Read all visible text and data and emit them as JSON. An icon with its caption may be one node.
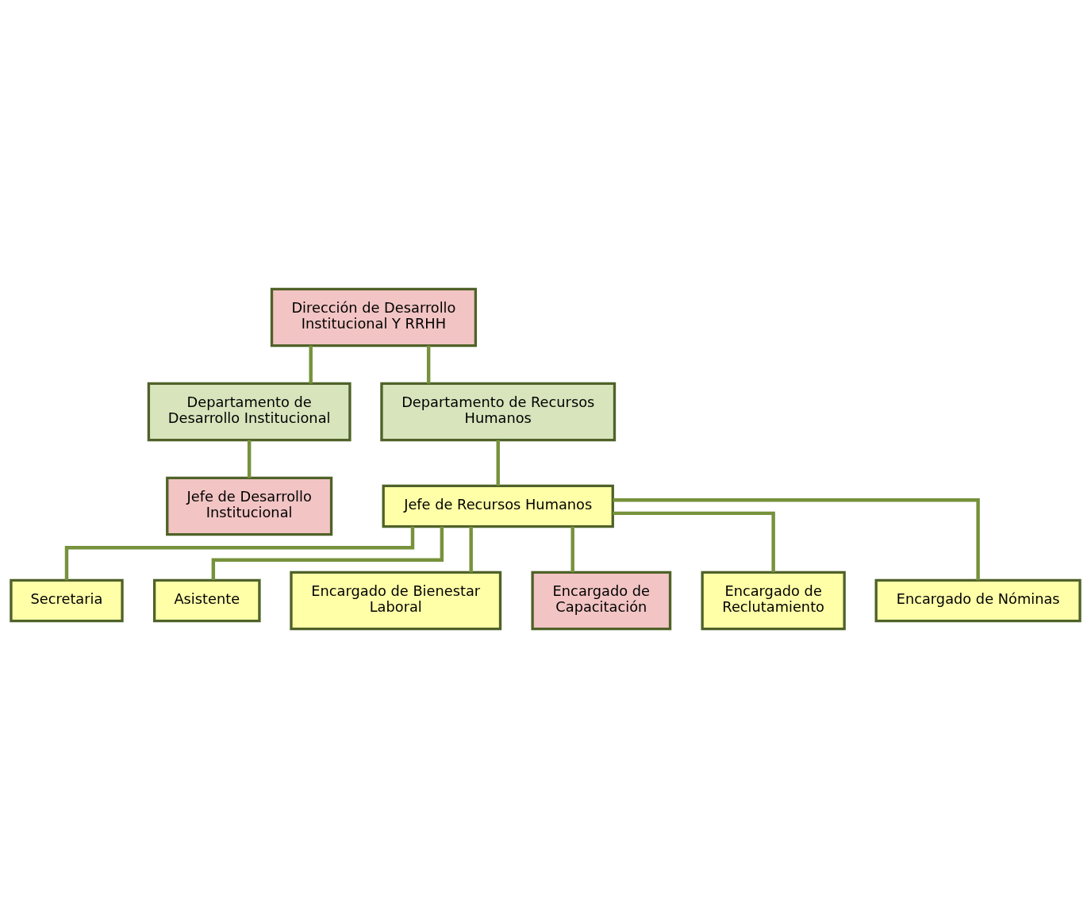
{
  "diagram": {
    "nodes": [
      {
        "text": [
          "Dirección de Desarrollo Institucional Y RRHH"
        ]
      },
      {
        "text": [
          "Departamento de Desarrollo Institucional"
        ]
      },
      {
        "text": [
          "Departamento de Recursos Humanos"
        ]
      },
      {
        "text": [
          "Jefe de Desarrollo Institucional"
        ]
      },
      {
        "text": [
          "Jefe de Recursos Humanos"
        ]
      },
      {
        "text": [
          "Secretaria"
        ]
      },
      {
        "text": [
          "Asistente"
        ]
      },
      {
        "text": [
          "Encargado de Bienestar Laboral"
        ]
      },
      {
        "text": [
          "Encargado de Capacitación"
        ]
      },
      {
        "text": [
          "Encargado de Reclutamiento"
        ]
      },
      {
        "text": [
          "Encargado de Nóminas"
        ]
      }
    ],
    "edges": [
      {
        "from": 0,
        "to": 1,
        "arrow": "none"
      },
      {
        "from": 0,
        "to": 2,
        "arrow": "none"
      },
      {
        "from": 1,
        "to": 3,
        "arrow": "none"
      },
      {
        "from": 2,
        "to": 4,
        "arrow": "none"
      },
      {
        "from": 4,
        "to": 5,
        "arrow": "none"
      },
      {
        "from": 4,
        "to": 6,
        "arrow": "none"
      },
      {
        "from": 4,
        "to": 7,
        "arrow": "none"
      },
      {
        "from": 4,
        "to": 8,
        "arrow": "none"
      },
      {
        "from": 4,
        "to": 9,
        "arrow": "none"
      },
      {
        "from": 4,
        "to": 10,
        "arrow": "none"
      }
    ]
  }
}
